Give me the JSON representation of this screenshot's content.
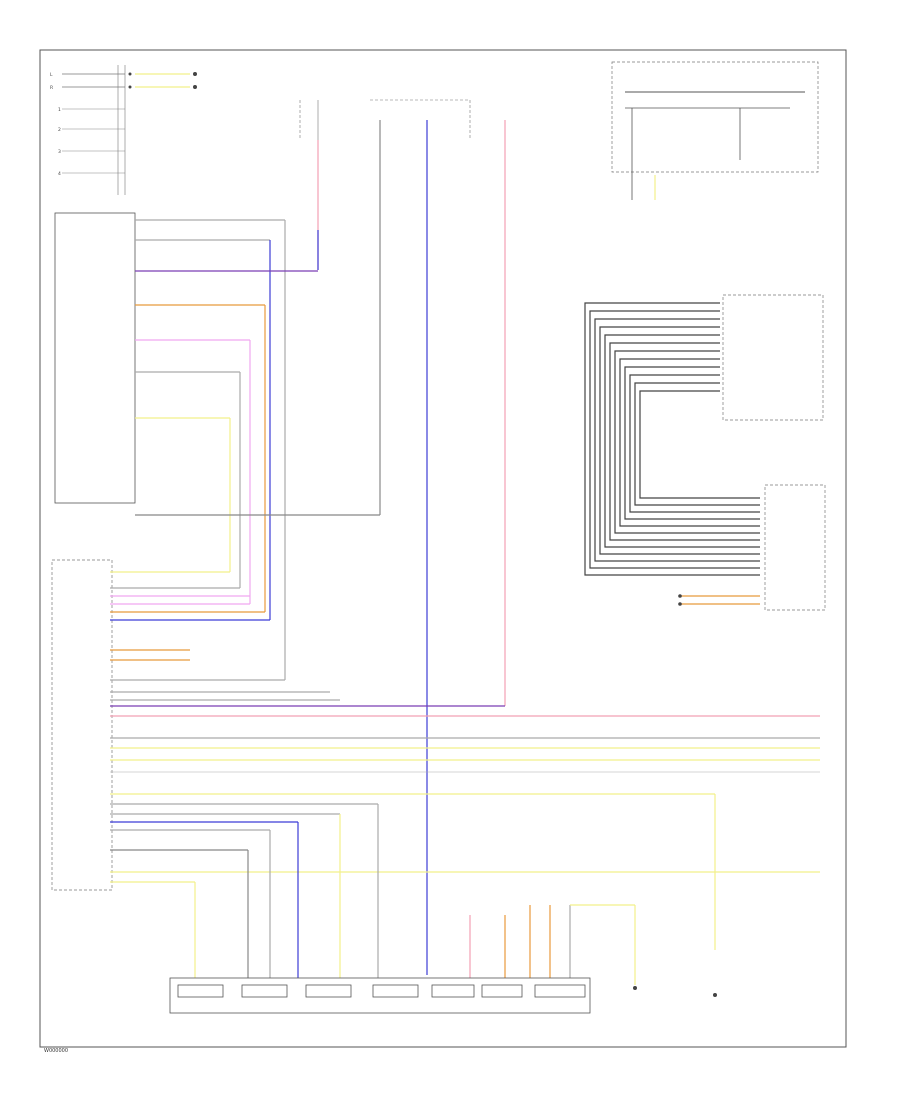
{
  "footer_code": "W000000",
  "wire_colors": {
    "gray_white": "#9a9a9a",
    "violet": "#7a3fb5",
    "blue": "#3c3cd6",
    "pink": "#f2a0b4",
    "orange": "#e89a3c",
    "light_pink": "#f0a8f0",
    "yellow": "#f2f08a",
    "dark_gray": "#555555",
    "black": "#222222"
  },
  "left_labels": [
    "L",
    "R",
    "1",
    "2",
    "3",
    "4"
  ]
}
